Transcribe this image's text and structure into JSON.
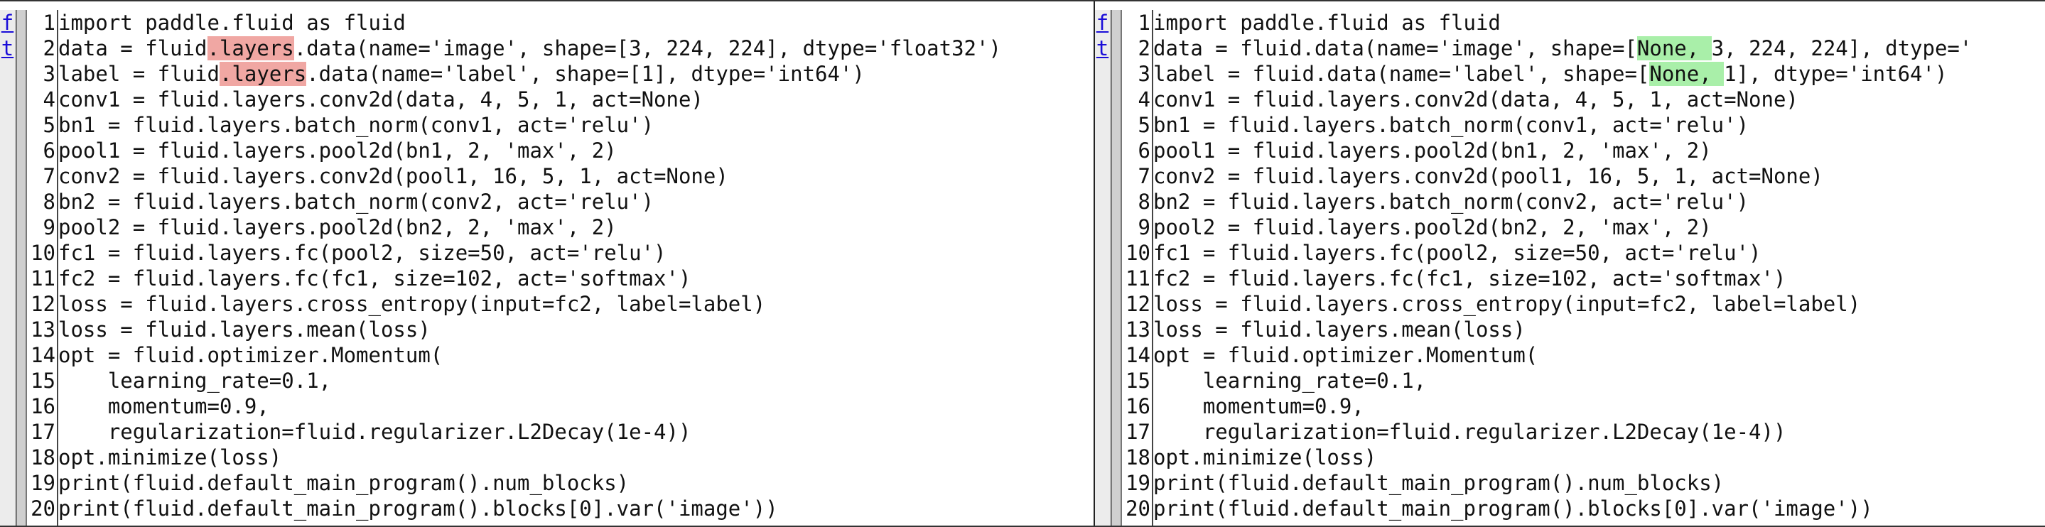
{
  "nav_links": {
    "first": "f",
    "top": "t"
  },
  "line_numbers": [
    "1",
    "2",
    "3",
    "4",
    "5",
    "6",
    "7",
    "8",
    "9",
    "10",
    "11",
    "12",
    "13",
    "14",
    "15",
    "16",
    "17",
    "18",
    "19",
    "20"
  ],
  "left": {
    "lines": [
      [
        {
          "t": "import paddle.fluid as fluid"
        }
      ],
      [
        {
          "t": "data = fluid"
        },
        {
          "t": ".layers",
          "c": "del"
        },
        {
          "t": ".data(name='image', shape=[3, 224, 224], dtype='float32')"
        }
      ],
      [
        {
          "t": "label = fluid"
        },
        {
          "t": ".layers",
          "c": "del"
        },
        {
          "t": ".data(name='label', shape=[1], dtype='int64')"
        }
      ],
      [
        {
          "t": "conv1 = fluid.layers.conv2d(data, 4, 5, 1, act=None)"
        }
      ],
      [
        {
          "t": "bn1 = fluid.layers.batch_norm(conv1, act='relu')"
        }
      ],
      [
        {
          "t": "pool1 = fluid.layers.pool2d(bn1, 2, 'max', 2)"
        }
      ],
      [
        {
          "t": "conv2 = fluid.layers.conv2d(pool1, 16, 5, 1, act=None)"
        }
      ],
      [
        {
          "t": "bn2 = fluid.layers.batch_norm(conv2, act='relu')"
        }
      ],
      [
        {
          "t": "pool2 = fluid.layers.pool2d(bn2, 2, 'max', 2)"
        }
      ],
      [
        {
          "t": "fc1 = fluid.layers.fc(pool2, size=50, act='relu')"
        }
      ],
      [
        {
          "t": "fc2 = fluid.layers.fc(fc1, size=102, act='softmax')"
        }
      ],
      [
        {
          "t": "loss = fluid.layers.cross_entropy(input=fc2, label=label)"
        }
      ],
      [
        {
          "t": "loss = fluid.layers.mean(loss)"
        }
      ],
      [
        {
          "t": "opt = fluid.optimizer.Momentum("
        }
      ],
      [
        {
          "t": "    learning_rate=0.1,"
        }
      ],
      [
        {
          "t": "    momentum=0.9,"
        }
      ],
      [
        {
          "t": "    regularization=fluid.regularizer.L2Decay(1e-4))"
        }
      ],
      [
        {
          "t": "opt.minimize(loss)"
        }
      ],
      [
        {
          "t": "print(fluid.default_main_program().num_blocks)"
        }
      ],
      [
        {
          "t": "print(fluid.default_main_program().blocks[0].var('image'))"
        }
      ]
    ]
  },
  "right": {
    "lines": [
      [
        {
          "t": "import paddle.fluid as fluid"
        }
      ],
      [
        {
          "t": "data = fluid.data(name='image', shape=["
        },
        {
          "t": "None, ",
          "c": "ins"
        },
        {
          "t": "3, 224, 224], dtype='"
        }
      ],
      [
        {
          "t": "label = fluid.data(name='label', shape=["
        },
        {
          "t": "None, ",
          "c": "ins"
        },
        {
          "t": "1], dtype='int64')"
        }
      ],
      [
        {
          "t": "conv1 = fluid.layers.conv2d(data, 4, 5, 1, act=None)"
        }
      ],
      [
        {
          "t": "bn1 = fluid.layers.batch_norm(conv1, act='relu')"
        }
      ],
      [
        {
          "t": "pool1 = fluid.layers.pool2d(bn1, 2, 'max', 2)"
        }
      ],
      [
        {
          "t": "conv2 = fluid.layers.conv2d(pool1, 16, 5, 1, act=None)"
        }
      ],
      [
        {
          "t": "bn2 = fluid.layers.batch_norm(conv2, act='relu')"
        }
      ],
      [
        {
          "t": "pool2 = fluid.layers.pool2d(bn2, 2, 'max', 2)"
        }
      ],
      [
        {
          "t": "fc1 = fluid.layers.fc(pool2, size=50, act='relu')"
        }
      ],
      [
        {
          "t": "fc2 = fluid.layers.fc(fc1, size=102, act='softmax')"
        }
      ],
      [
        {
          "t": "loss = fluid.layers.cross_entropy(input=fc2, label=label)"
        }
      ],
      [
        {
          "t": "loss = fluid.layers.mean(loss)"
        }
      ],
      [
        {
          "t": "opt = fluid.optimizer.Momentum("
        }
      ],
      [
        {
          "t": "    learning_rate=0.1,"
        }
      ],
      [
        {
          "t": "    momentum=0.9,"
        }
      ],
      [
        {
          "t": "    regularization=fluid.regularizer.L2Decay(1e-4))"
        }
      ],
      [
        {
          "t": "opt.minimize(loss)"
        }
      ],
      [
        {
          "t": "print(fluid.default_main_program().num_blocks)"
        }
      ],
      [
        {
          "t": "print(fluid.default_main_program().blocks[0].var('image'))"
        }
      ]
    ]
  },
  "colors": {
    "deleted_bg": "#f0a7a3",
    "inserted_bg": "#a9efa9",
    "link": "#1a0dd8"
  }
}
